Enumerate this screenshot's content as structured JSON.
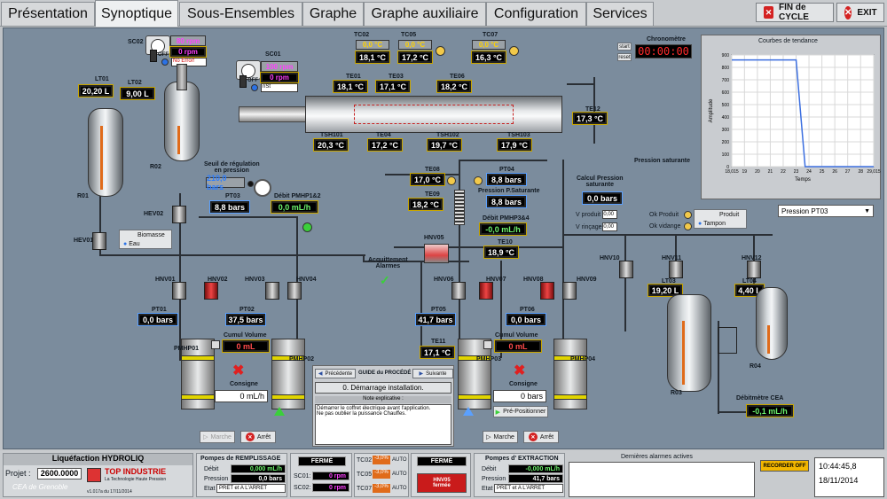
{
  "tabs": [
    "Présentation",
    "Synoptique",
    "Sous-Ensembles",
    "Graphe",
    "Graphe auxiliaire",
    "Configuration",
    "Services"
  ],
  "top_buttons": {
    "fin_cycle": "FIN de CYCLE",
    "exit": "EXIT"
  },
  "chrono": {
    "title": "Chronomètre",
    "start": "start",
    "reset": "reset",
    "value": "00:00:00"
  },
  "trend": {
    "title": "Courbes de tendance",
    "ylabel": "Amplitude",
    "xlabel": "Temps",
    "select": "Pression PT03"
  },
  "chart_data": {
    "type": "line",
    "title": "Courbes de tendance",
    "xlabel": "Temps",
    "ylabel": "Amplitude",
    "x_ticks": [
      "18,015",
      "19",
      "20",
      "21",
      "22",
      "23",
      "24",
      "25",
      "26",
      "27",
      "28",
      "29,015"
    ],
    "y_ticks": [
      0,
      100,
      200,
      300,
      400,
      500,
      600,
      700,
      800,
      900
    ],
    "ylim": [
      0,
      900
    ],
    "xlim": [
      18.015,
      29.015
    ],
    "series": [
      {
        "color": "#3c6fe0",
        "x": [
          18.015,
          18.6,
          23.0,
          23.7,
          29.015
        ],
        "y": [
          860,
          860,
          860,
          0,
          0
        ]
      }
    ]
  },
  "tags": {
    "SC02": "SC02",
    "SC01": "SC01",
    "LT01": "LT01",
    "LT02": "LT02",
    "R01": "R01",
    "R02": "R02",
    "HEV02": "HEV02",
    "HEV01": "HEV01",
    "TC02": "TC02",
    "TC05": "TC05",
    "TC07": "TC07",
    "TE01": "TE01",
    "TE03": "TE03",
    "TE06": "TE06",
    "TE12": "TE12",
    "TSH101": "TSH101",
    "TE04": "TE04",
    "TSH102": "TSH102",
    "TSH103": "TSH103",
    "TE08": "TE08",
    "TE09": "TE09",
    "PT04": "PT04",
    "PT03": "PT03",
    "TE10": "TE10",
    "TE11": "TE11",
    "HNV05": "HNV05",
    "HNV01": "HNV01",
    "HNV02": "HNV02",
    "HNV03": "HNV03",
    "HNV04": "HNV04",
    "HNV06": "HNV06",
    "HNV07": "HNV07",
    "HNV08": "HNV08",
    "HNV09": "HNV09",
    "HNV10": "HNV10",
    "HNV11": "HNV11",
    "HNV12": "HNV12",
    "PT01": "PT01",
    "PT02": "PT02",
    "PT05": "PT05",
    "PT06": "PT06",
    "PMHP01": "PMHP01",
    "PMHP02": "PMHP02",
    "PMHP03": "PMHP03",
    "PMHP04": "PMHP04",
    "LT03": "LT03",
    "LT04": "LT04",
    "R03": "R03",
    "R04": "R04"
  },
  "values": {
    "sc02_rpm_set": "80 rpm",
    "sc02_rpm": "0 rpm",
    "sc02_err": "No Error!",
    "sc01_rpm_set": "100 rpm",
    "sc01_rpm": "0 rpm",
    "sc01_err": "nSt",
    "lt01": "20,20 L",
    "lt02": "9,00 L",
    "tc02_set": "0,0 °C",
    "tc02": "18,1 °C",
    "tc05_set": "0,0 °C",
    "tc05": "17,2 °C",
    "tc07_set": "0,0 °C",
    "tc07": "16,3 °C",
    "te01": "18,1 °C",
    "te03": "17,1 °C",
    "te06": "18,2 °C",
    "te12": "17,3 °C",
    "tsh101": "20,3 °C",
    "te04": "17,2 °C",
    "tsh102": "19,7 °C",
    "tsh103": "17,9 °C",
    "te08": "17,0 °C",
    "te09": "18,2 °C",
    "pt04": "8,8 bars",
    "psat": "8,8 bars",
    "pt03_seuil": "210,0 bars",
    "pt03": "8,8 bars",
    "debit_12": "0,0 mL/h",
    "debit_34": "-0,0 mL/h",
    "te10": "18,9 °C",
    "te11": "17,1 °C",
    "pt01": "0,0 bars",
    "pt02": "37,5 bars",
    "pt05": "41,7 bars",
    "pt06": "0,0 bars",
    "cumul1": "0 mL",
    "cumul2": "0 mL",
    "consigne1": "0 mL/h",
    "consigne2": "0 bars",
    "lt03": "19,20 L",
    "lt04": "4,40 L",
    "calc_psat": "0,0 bars",
    "v_produit": "0,00",
    "v_rincage": "0,00",
    "debitmetre": "-0,1 mL/h"
  },
  "labels": {
    "seuil": "Seuil de régulation\nen pression",
    "debit_12": "Débit PMHP1&2",
    "debit_34": "Débit PMHP3&4",
    "psat": "Pression P.Saturante",
    "calc_psat": "Calcul Pression\nsaturante",
    "pression_saturante": "Pression saturante",
    "v_produit": "V produit",
    "v_rincage": "V rinçage",
    "ok_produit": "Ok Produit",
    "ok_vidange": "Ok vidange",
    "produit": "Produit",
    "tampon": "Tampon",
    "biomasse": "Biomasse",
    "eau": "Eau",
    "acquittement": "Acquittement\nAlarmes",
    "cumul1": "Cumul Volume",
    "cumul2": "Cumul Volume",
    "consigne1": "Consigne",
    "consigne2": "Consigne",
    "marche": "Marche",
    "arret": "Arrêt",
    "pre_positionner": "Pré-Positionner",
    "debitmetre": "Débitmètre CEA",
    "off": "OFF"
  },
  "guide": {
    "prev": "Précédente",
    "title": "GUIDE du PROCÉDÉ",
    "next": "Suivante",
    "step": "0. Démarrage installation.",
    "note_title": "Note explicative :",
    "note": "Démarrer le coffret électrique avant l'application.\nNe pas oublier la puissance Chauffes."
  },
  "bottom": {
    "title": "Liquéfaction HYDROLIQ",
    "projet_label": "Projet :",
    "projet": "2600.0000",
    "company": "TOP INDUSTRIE",
    "slogan": "La Technologie Haute Pression",
    "cea": "CEA de Grenoble",
    "version": "v1.017a du 17/11/2014",
    "remp_title": "Pompes de REMPLISSAGE",
    "debit_label": "Débit",
    "pression_label": "Pression",
    "etat_label": "Etat",
    "remp_debit": "0,000 mL/h",
    "remp_pression": "0,0 bars",
    "remp_etat": "PRET et A L'ARRET",
    "ferme1": "FERMÉ",
    "sc01": "SC01:",
    "sc01_val": "0 rpm",
    "sc02": "SC02:",
    "sc02_val": "0 rpm",
    "tc02": "TC02",
    "tc05": "TC05",
    "tc07": "TC07",
    "tc_val": "-3,0%",
    "auto": "AUTO",
    "ferme2": "FERMÉ",
    "hnv05": "HNV05\nfermée",
    "ext_title": "Pompes d' EXTRACTION",
    "ext_debit": "-0,000 mL/h",
    "ext_pression": "41,7 bars",
    "ext_etat": "PRET et A L'ARRET",
    "alarms_title": "Dernières alarmes actives",
    "recorder": "RECORDER OFF",
    "time": "10:44:45,8",
    "date": "18/11/2014"
  }
}
